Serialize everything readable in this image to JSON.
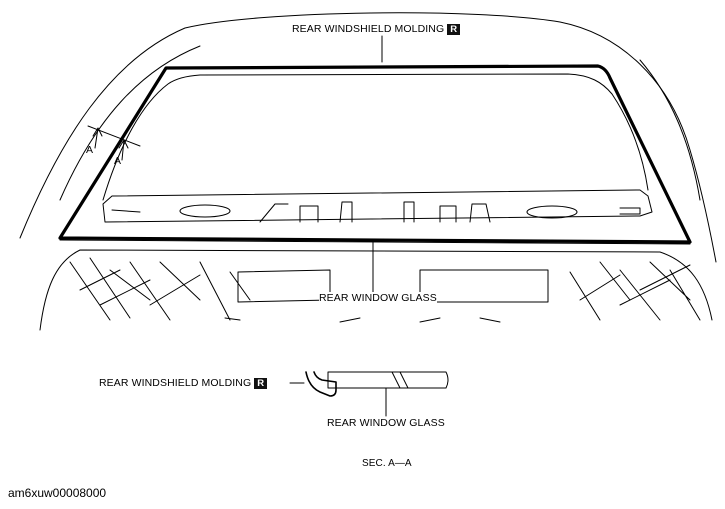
{
  "labels": {
    "top_molding": "REAR WINDSHIELD MOLDING",
    "top_glass": "REAR WINDOW GLASS",
    "section_mark_left": "A",
    "section_mark_right": "A",
    "sec_molding": "REAR WINDSHIELD MOLDING",
    "sec_glass": "REAR WINDOW GLASS",
    "sec_title": "SEC. A—A",
    "badge": "R",
    "code": "am6xuw00008000"
  }
}
